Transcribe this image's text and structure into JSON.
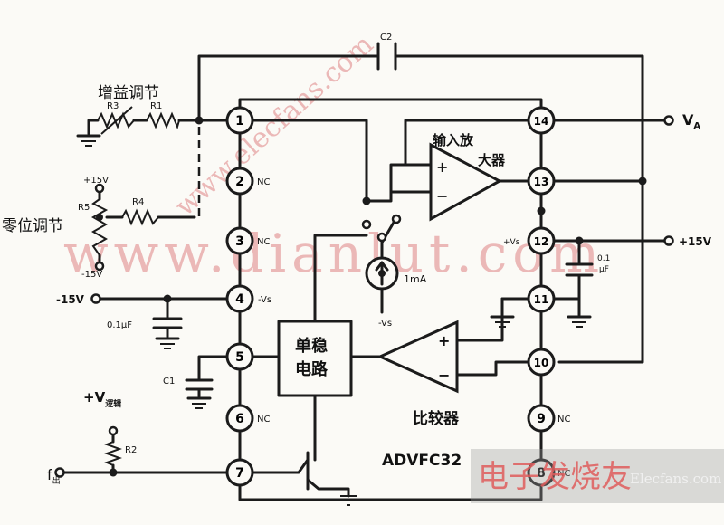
{
  "chip_name": "ADVFC32",
  "labels": {
    "gain_adjust": "增益调节",
    "offset_adjust": "零位调节",
    "input_amp_line1": "输入放",
    "input_amp_line2": "大器",
    "one_shot_line1": "单稳",
    "one_shot_line2": "电路",
    "comparator": "比较器",
    "current_source": "1mA",
    "c2": "C2",
    "r1": "R1",
    "r2": "R2",
    "r3": "R3",
    "r4": "R4",
    "r5": "R5",
    "c1": "C1",
    "va": "V",
    "va_sub": "A",
    "plus15_out": "+15V",
    "minus15_in": "-15V",
    "cap_0_1uF": "0.1μF",
    "cap_right_1": "0.1",
    "cap_right_2": "μF",
    "offset_plus15": "+15V",
    "offset_minus15": "-15V",
    "vlogic": "+V",
    "vlogic_sub": "逻辑",
    "fout": "f",
    "fout_sub": "出",
    "minus_vs_pin4": "-Vs",
    "minus_vs_source": "-Vs",
    "vs_pin12": "+Vs",
    "nc": "NC",
    "plus": "+",
    "minus": "−"
  },
  "pins": [
    "1",
    "2",
    "3",
    "4",
    "5",
    "6",
    "7",
    "8",
    "9",
    "10",
    "11",
    "12",
    "13",
    "14"
  ],
  "watermarks": {
    "url_diag": "www.elecfans.com",
    "url_mid": "www.dianlut.com",
    "brand": "电子发烧友",
    "brand_en": "Elecfans.com"
  }
}
